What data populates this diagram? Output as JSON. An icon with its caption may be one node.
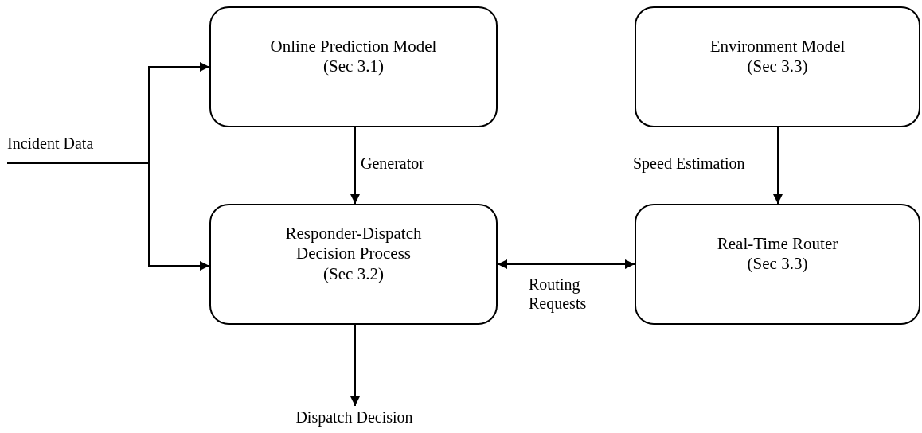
{
  "diagram": {
    "nodes": [
      {
        "text": [
          "Online Prediction Model",
          "(Sec 3.1)"
        ]
      },
      {
        "text": [
          "Environment Model",
          "(Sec 3.3)"
        ]
      },
      {
        "text": [
          "Responder-Dispatch Decision Process",
          "(Sec 3.2)"
        ]
      },
      {
        "text": [
          "Real-Time Router",
          "(Sec 3.3)"
        ]
      },
      {
        "text": [
          "Incident Data"
        ]
      },
      {
        "text": [
          "Dispatch Decision"
        ]
      }
    ],
    "edges": [
      {
        "from": 4,
        "to": 0,
        "arrow": "to"
      },
      {
        "from": 4,
        "to": 2,
        "arrow": "to"
      },
      {
        "from": 0,
        "to": 2,
        "arrow": "to",
        "label": "Generator"
      },
      {
        "from": 1,
        "to": 3,
        "arrow": "to",
        "label": "Speed Estimation"
      },
      {
        "from": 2,
        "to": 3,
        "arrow": "both",
        "label": "Routing Requests"
      },
      {
        "from": 2,
        "to": 5,
        "arrow": "to"
      }
    ]
  }
}
